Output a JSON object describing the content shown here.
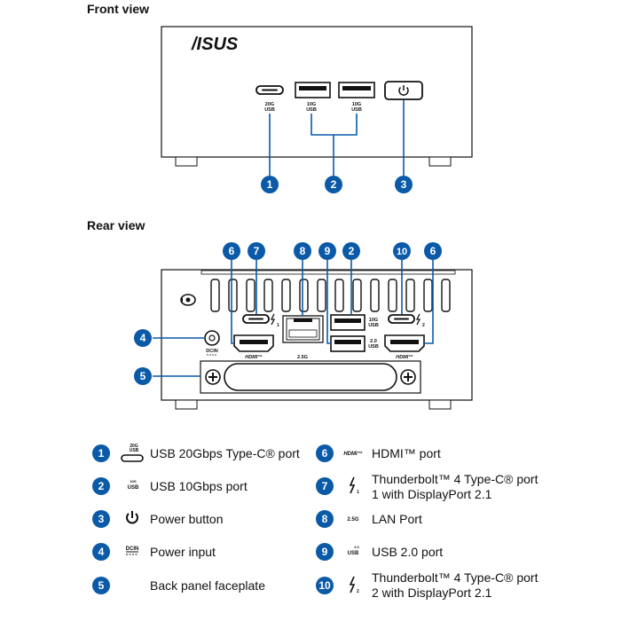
{
  "front_heading": "Front view",
  "rear_heading": "Rear view",
  "brand": "/ISUS",
  "port_marks": {
    "front_usb20g_top": "20G",
    "front_usb20g_bottom": "USB",
    "front_10g_a_top": "10G",
    "front_10g_a_bottom": "USB",
    "front_10g_b_top": "10G",
    "front_10g_b_bottom": "USB",
    "rear_10g_top": "10G",
    "rear_10g_bottom": "USB",
    "rear_20_top": "2.0",
    "rear_20_bottom": "USB",
    "rear_lan": "2.5G",
    "rear_hdmi_left": "HDMI™",
    "rear_hdmi_right": "HDMI™",
    "rear_tb1_sub": "1",
    "rear_tb2_sub": "2",
    "rear_dcin": "DCIN"
  },
  "callouts": {
    "front": [
      "1",
      "2",
      "3"
    ],
    "rear": [
      "6",
      "7",
      "8",
      "9",
      "2",
      "10",
      "6",
      "4",
      "5"
    ]
  },
  "legend": [
    {
      "number": "1",
      "icon": "usb-c-20g-icon",
      "icon_text": "20G USB",
      "label": "USB 20Gbps Type-C® port"
    },
    {
      "number": "2",
      "icon": "usb-10g-icon",
      "icon_text": "10G USB",
      "label": "USB 10Gbps port"
    },
    {
      "number": "3",
      "icon": "power-icon",
      "icon_text": "",
      "label": "Power button"
    },
    {
      "number": "4",
      "icon": "dcin-icon",
      "icon_text": "DCIN",
      "label": "Power input"
    },
    {
      "number": "5",
      "icon": "",
      "icon_text": "",
      "label": "Back panel faceplate"
    },
    {
      "number": "6",
      "icon": "hdmi-icon",
      "icon_text": "HDMI™",
      "label": "HDMI™ port"
    },
    {
      "number": "7",
      "icon": "thunderbolt-1-icon",
      "icon_text": "1",
      "label": "Thunderbolt™ 4 Type-C® port 1 with DisplayPort 2.1"
    },
    {
      "number": "8",
      "icon": "lan-2-5g-icon",
      "icon_text": "2.5G",
      "label": "LAN Port"
    },
    {
      "number": "9",
      "icon": "usb-2-0-icon",
      "icon_text": "2.0 USB",
      "label": "USB 2.0 port"
    },
    {
      "number": "10",
      "icon": "thunderbolt-2-icon",
      "icon_text": "2",
      "label": "Thunderbolt™ 4 Type-C® port 2 with DisplayPort 2.1"
    }
  ],
  "colors": {
    "accent": "#0b5aa8",
    "line": "#0b5aa8",
    "outline": "#111111",
    "panel": "#ffffff"
  }
}
